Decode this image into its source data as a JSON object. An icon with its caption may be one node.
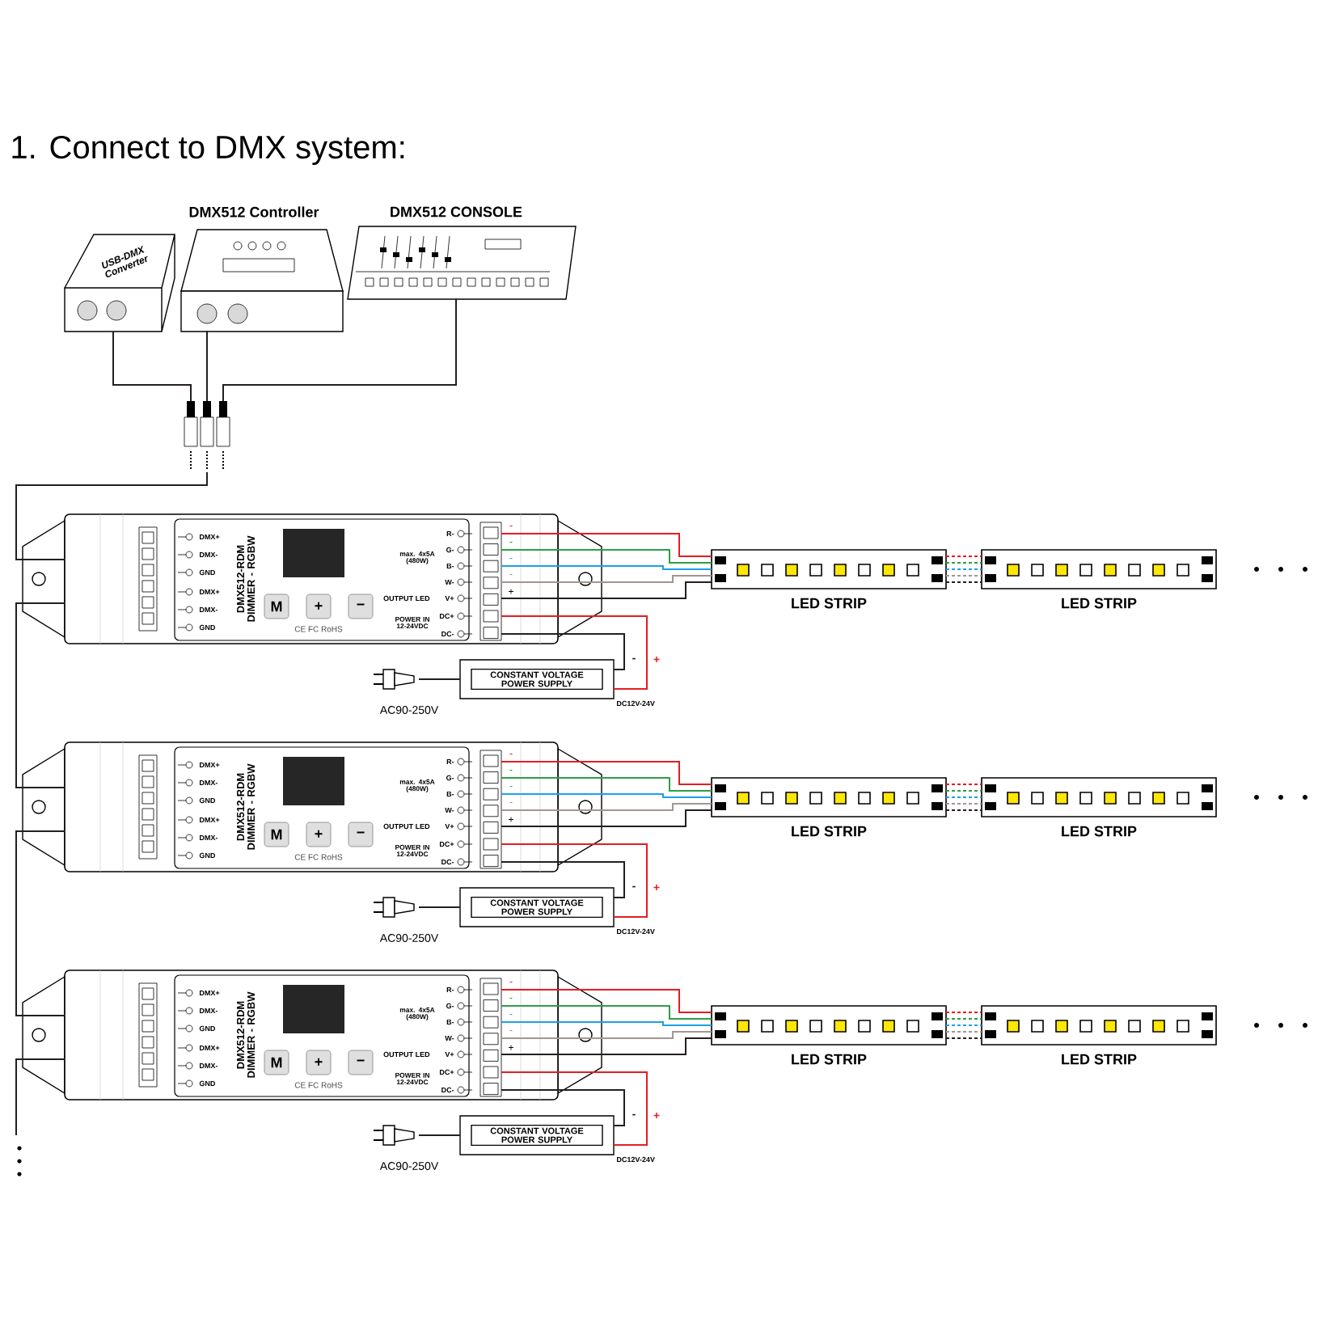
{
  "diagram": {
    "title": "1. Connect to DMX system:",
    "nodes": [
      {
        "text": [
          "USB-DMX Converter"
        ]
      },
      {
        "text": [
          "DMX512 Controller"
        ]
      },
      {
        "text": [
          "DMX512 CONSOLE"
        ]
      },
      {
        "text": [],
        "shape": "picture"
      },
      {
        "text": [
          "DMX+",
          "DMX-",
          "GND",
          "DMX+",
          "DMX-",
          "GND",
          "DMX512-RDM DIMMER - RGBW",
          "R-",
          "G-",
          "B-",
          "W-",
          "max. 4x5A (480W)",
          "OUTPUT LED",
          "V+",
          "POWER IN 12-24VDC",
          "DC+",
          "DC-",
          "-",
          "-",
          "-",
          "-",
          "+",
          "CE FC RoHS"
        ]
      },
      {
        "text": [
          "M"
        ],
        "in": 4
      },
      {
        "text": [
          "+"
        ],
        "in": 4
      },
      {
        "text": [
          "−"
        ],
        "in": 4
      },
      {
        "text": [
          "CONSTANT VOLTAGE POWER SUPPLY"
        ],
        "beside": [
          "DC12V-24V"
        ]
      },
      {
        "text": [
          "AC90-250V"
        ]
      },
      {
        "text": [
          "LED STRIP"
        ]
      },
      {
        "text": [
          "LED STRIP"
        ]
      },
      {
        "text": [
          "DMX+",
          "DMX-",
          "GND",
          "DMX+",
          "DMX-",
          "GND",
          "DMX512-RDM DIMMER - RGBW",
          "R-",
          "G-",
          "B-",
          "W-",
          "max. 4x5A (480W)",
          "OUTPUT LED",
          "V+",
          "POWER IN 12-24VDC",
          "DC+",
          "DC-",
          "-",
          "-",
          "-",
          "-",
          "+",
          "CE FC RoHS"
        ]
      },
      {
        "text": [
          "M"
        ],
        "in": 12
      },
      {
        "text": [
          "+"
        ],
        "in": 12
      },
      {
        "text": [
          "−"
        ],
        "in": 12
      },
      {
        "text": [
          "CONSTANT VOLTAGE POWER SUPPLY"
        ],
        "beside": [
          "DC12V-24V"
        ]
      },
      {
        "text": [
          "AC90-250V"
        ]
      },
      {
        "text": [
          "LED STRIP"
        ]
      },
      {
        "text": [
          "LED STRIP"
        ]
      },
      {
        "text": [
          "DMX+",
          "DMX-",
          "GND",
          "DMX+",
          "DMX-",
          "GND",
          "DMX512-RDM DIMMER - RGBW",
          "R-",
          "G-",
          "B-",
          "W-",
          "max. 4x5A (480W)",
          "OUTPUT LED",
          "V+",
          "POWER IN 12-24VDC",
          "DC+",
          "DC-",
          "-",
          "-",
          "-",
          "-",
          "+",
          "CE FC RoHS"
        ]
      },
      {
        "text": [
          "M"
        ],
        "in": 20
      },
      {
        "text": [
          "+"
        ],
        "in": 20
      },
      {
        "text": [
          "−"
        ],
        "in": 20
      },
      {
        "text": [
          "CONSTANT VOLTAGE POWER SUPPLY"
        ],
        "beside": [
          "DC12V-24V"
        ]
      },
      {
        "text": [
          "AC90-250V"
        ]
      },
      {
        "text": [
          "LED STRIP"
        ]
      },
      {
        "text": [
          "LED STRIP"
        ]
      }
    ],
    "edges": [
      {
        "from": 0,
        "to": 3,
        "arrow": "none"
      },
      {
        "from": 1,
        "to": 3,
        "arrow": "none"
      },
      {
        "from": 2,
        "to": 3,
        "arrow": "none"
      },
      {
        "from": 3,
        "to": 4,
        "arrow": "none"
      },
      {
        "from": 4,
        "to": 10,
        "arrow": "none",
        "color": "#e31e24"
      },
      {
        "from": 4,
        "to": 10,
        "arrow": "none",
        "color": "#2e9e48"
      },
      {
        "from": 4,
        "to": 10,
        "arrow": "none",
        "color": "#1ea0e6"
      },
      {
        "from": 4,
        "to": 10,
        "arrow": "none",
        "color": "#a39690"
      },
      {
        "from": 4,
        "to": 10,
        "arrow": "none"
      },
      {
        "from": 10,
        "to": 11,
        "arrow": "none",
        "style": "dashed",
        "color": "#e31e24"
      },
      {
        "from": 10,
        "to": 11,
        "arrow": "none",
        "style": "dashed",
        "color": "#2e9e48"
      },
      {
        "from": 10,
        "to": 11,
        "arrow": "none",
        "style": "dashed",
        "color": "#1ea0e6"
      },
      {
        "from": 10,
        "to": 11,
        "arrow": "none",
        "style": "dashed",
        "color": "#a39690"
      },
      {
        "from": 10,
        "to": 11,
        "arrow": "none",
        "style": "dashed"
      },
      {
        "from": 8,
        "to": 4,
        "arrow": "none",
        "label": "+",
        "color": "#e31e24"
      },
      {
        "from": 8,
        "to": 4,
        "arrow": "none",
        "label": "-"
      },
      {
        "from": 9,
        "to": 8,
        "arrow": "none"
      },
      {
        "from": 4,
        "to": 12,
        "arrow": "none"
      },
      {
        "from": 12,
        "to": 18,
        "arrow": "none",
        "color": "#e31e24"
      },
      {
        "from": 12,
        "to": 18,
        "arrow": "none",
        "color": "#2e9e48"
      },
      {
        "from": 12,
        "to": 18,
        "arrow": "none",
        "color": "#1ea0e6"
      },
      {
        "from": 12,
        "to": 18,
        "arrow": "none",
        "color": "#a39690"
      },
      {
        "from": 12,
        "to": 18,
        "arrow": "none"
      },
      {
        "from": 18,
        "to": 19,
        "arrow": "none",
        "style": "dashed",
        "color": "#e31e24"
      },
      {
        "from": 18,
        "to": 19,
        "arrow": "none",
        "style": "dashed",
        "color": "#2e9e48"
      },
      {
        "from": 18,
        "to": 19,
        "arrow": "none",
        "style": "dashed",
        "color": "#1ea0e6"
      },
      {
        "from": 18,
        "to": 19,
        "arrow": "none",
        "style": "dashed",
        "color": "#a39690"
      },
      {
        "from": 18,
        "to": 19,
        "arrow": "none",
        "style": "dashed"
      },
      {
        "from": 16,
        "to": 12,
        "arrow": "none",
        "label": "+",
        "color": "#e31e24"
      },
      {
        "from": 16,
        "to": 12,
        "arrow": "none",
        "label": "-"
      },
      {
        "from": 17,
        "to": 16,
        "arrow": "none"
      },
      {
        "from": 12,
        "to": 20,
        "arrow": "none"
      },
      {
        "from": 20,
        "to": 26,
        "arrow": "none",
        "color": "#e31e24"
      },
      {
        "from": 20,
        "to": 26,
        "arrow": "none",
        "color": "#2e9e48"
      },
      {
        "from": 20,
        "to": 26,
        "arrow": "none",
        "color": "#1ea0e6"
      },
      {
        "from": 20,
        "to": 26,
        "arrow": "none",
        "color": "#a39690"
      },
      {
        "from": 20,
        "to": 26,
        "arrow": "none"
      },
      {
        "from": 26,
        "to": 27,
        "arrow": "none",
        "style": "dashed",
        "color": "#e31e24"
      },
      {
        "from": 26,
        "to": 27,
        "arrow": "none",
        "style": "dashed",
        "color": "#2e9e48"
      },
      {
        "from": 26,
        "to": 27,
        "arrow": "none",
        "style": "dashed",
        "color": "#1ea0e6"
      },
      {
        "from": 26,
        "to": 27,
        "arrow": "none",
        "style": "dashed",
        "color": "#a39690"
      },
      {
        "from": 26,
        "to": 27,
        "arrow": "none",
        "style": "dashed"
      },
      {
        "from": 24,
        "to": 20,
        "arrow": "none",
        "label": "+",
        "color": "#e31e24"
      },
      {
        "from": 24,
        "to": 20,
        "arrow": "none",
        "label": "-"
      },
      {
        "from": 25,
        "to": 24,
        "arrow": "none"
      },
      {
        "from": 20,
        "to": null,
        "arrow": "none"
      }
    ]
  }
}
